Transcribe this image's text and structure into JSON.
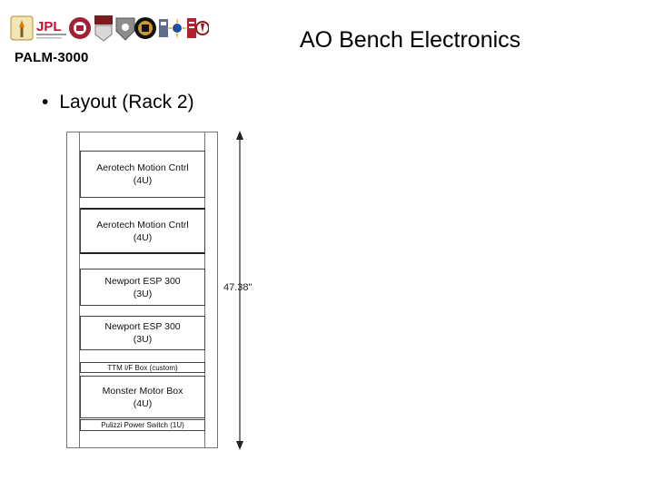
{
  "header": {
    "program": "PALM-3000",
    "title": "AO Bench Electronics",
    "logos": [
      {
        "icon": "caltech-torch-logo"
      },
      {
        "icon": "jpl-logo"
      },
      {
        "icon": "university-seal-logo"
      },
      {
        "icon": "crest-logo"
      },
      {
        "icon": "shield-logo"
      },
      {
        "icon": "observatory-logo"
      },
      {
        "icon": "institute-logo"
      },
      {
        "icon": "sunburst-logo"
      },
      {
        "icon": "red-emblem-logo"
      },
      {
        "icon": "round-seal-logo"
      }
    ]
  },
  "bullet": {
    "text": "Layout (Rack 2)"
  },
  "rack": {
    "dimension": "47.38\"",
    "units": [
      {
        "name": "Aerotech Motion Cntrl",
        "size": "(4U)"
      },
      {
        "name": "Aerotech Motion Cntrl",
        "size": "(4U)"
      },
      {
        "name": "Newport ESP 300",
        "size": "(3U)"
      },
      {
        "name": "Newport ESP 300",
        "size": "(3U)"
      },
      {
        "name": "TTM I/F Box (custom)",
        "size": ""
      },
      {
        "name": "Monster Motor Box",
        "size": "(4U)"
      },
      {
        "name": "Pulizzi Power Switch (1U)",
        "size": ""
      }
    ]
  },
  "colors": {
    "line": "#444444",
    "jpl_red": "#c8102e",
    "seal_red": "#a31f34"
  }
}
